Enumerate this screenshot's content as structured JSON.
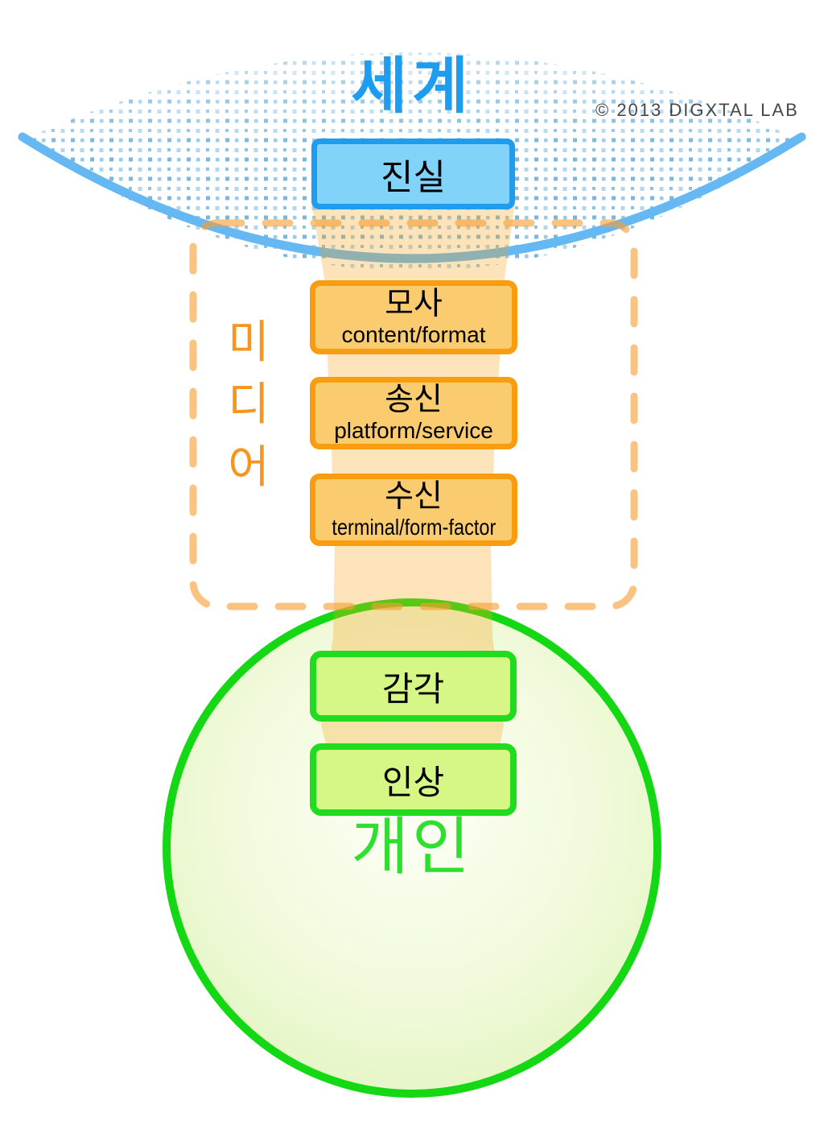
{
  "header": {
    "world_title": "세계",
    "copyright": "© 2013 DIGXTAL LAB"
  },
  "truth_box": {
    "label": "진실"
  },
  "media_section": {
    "vertical_label": "미디어",
    "boxes": [
      {
        "title": "모사",
        "subtitle": "content/format"
      },
      {
        "title": "송신",
        "subtitle": "platform/service"
      },
      {
        "title": "수신",
        "subtitle": "terminal/form-factor"
      }
    ]
  },
  "individual_section": {
    "label": "개인",
    "boxes": [
      {
        "title": "감각"
      },
      {
        "title": "인상"
      }
    ]
  },
  "colors": {
    "world_blue_text": "#1E9CF0",
    "truth_fill": "#82D3FA",
    "world_arc_blue": "#66B8F2",
    "dot_blue": "#8CC2E2",
    "media_border_orange": "#F89C10",
    "media_fill_orange": "#FBCB70",
    "media_label_orange": "#F7951C",
    "dashed_boundary_orange": "#F9BD73",
    "beam_tan": "#FAE4B0",
    "individual_border_green": "#1FDC1F",
    "individual_fill_green": "#D6F685",
    "individual_label_green": "#2FDF2F",
    "circle_fill_green": "#ECF9D2"
  }
}
